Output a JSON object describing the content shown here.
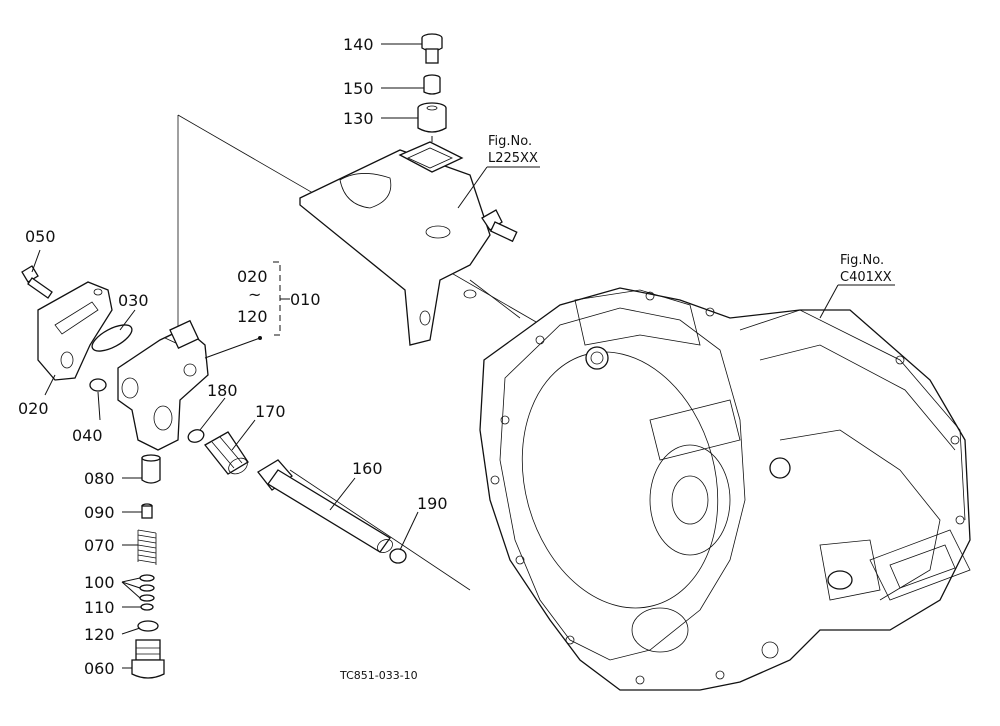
{
  "callouts": [
    {
      "id": "140",
      "text": "140"
    },
    {
      "id": "150",
      "text": "150"
    },
    {
      "id": "130",
      "text": "130"
    },
    {
      "id": "050",
      "text": "050"
    },
    {
      "id": "030",
      "text": "030"
    },
    {
      "id": "020a",
      "text": "020"
    },
    {
      "id": "040",
      "text": "040"
    },
    {
      "id": "180",
      "text": "180"
    },
    {
      "id": "170",
      "text": "170"
    },
    {
      "id": "160",
      "text": "160"
    },
    {
      "id": "190",
      "text": "190"
    },
    {
      "id": "080",
      "text": "080"
    },
    {
      "id": "090",
      "text": "090"
    },
    {
      "id": "070",
      "text": "070"
    },
    {
      "id": "100",
      "text": "100"
    },
    {
      "id": "110",
      "text": "110"
    },
    {
      "id": "120b",
      "text": "120"
    },
    {
      "id": "060",
      "text": "060"
    }
  ],
  "group": {
    "from": "020",
    "tilde": "~",
    "to": "120",
    "assembly": "010"
  },
  "fig_refs": [
    {
      "line1": "Fig.No.",
      "line2": "L225XX"
    },
    {
      "line1": "Fig.No.",
      "line2": "C401XX"
    }
  ],
  "drawing_code": "TC851-033-10"
}
